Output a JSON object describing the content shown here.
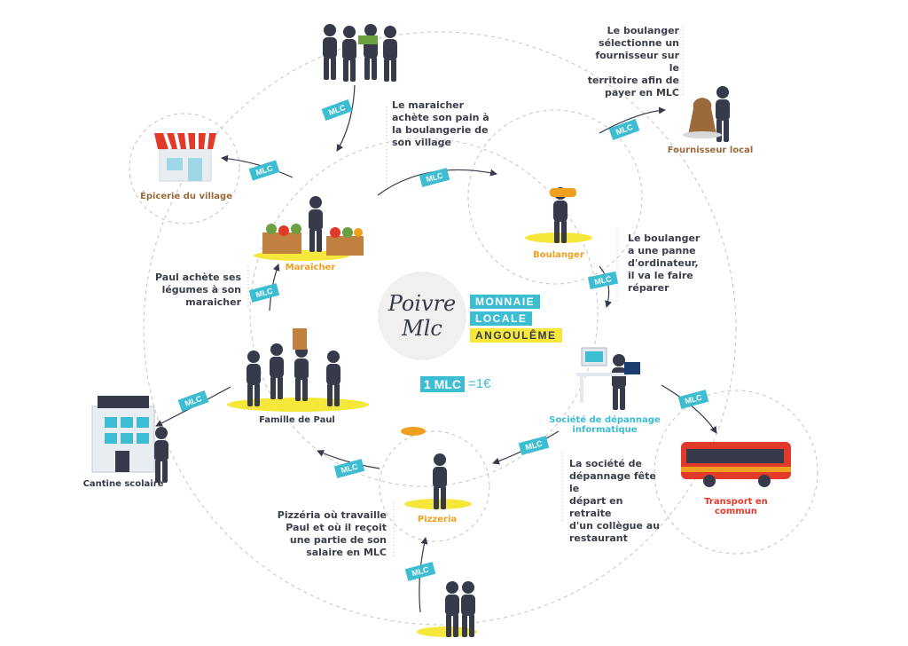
{
  "colors": {
    "teal": "#3dbdd2",
    "yellow": "#f6e83a",
    "dark": "#363a4b",
    "orange": "#f0a020",
    "red": "#e23a2a",
    "brown": "#9a6a3a",
    "dash": "#c4c4c4"
  },
  "badge_text": "MLC",
  "brand": {
    "logo_line1": "Poivre",
    "logo_line2": "Mlc",
    "monnaie": "MONNAIE",
    "locale": "LOCALE",
    "city": "ANGOULÊME",
    "rate_badge": "1 MLC",
    "rate_value": "=1€"
  },
  "nodes": {
    "epicerie": "Épicerie du village",
    "maraicher": "Maraîcher",
    "boulanger": "Boulanger",
    "fournisseur": "Fournisseur local",
    "famille": "Famille de Paul",
    "cantine": "Cantine scolaire",
    "depannage": "Société de dépannage\ninformatique",
    "pizzeria": "Pizzeria",
    "transport": "Transport en commun"
  },
  "notes": {
    "maraicher_note": "Le maraicher\nachète son pain à\nla boulangerie de\nson village",
    "boulanger_fournisseur_note": "Le boulanger\nsélectionne un\nfournisseur sur le\nterritoire afin de\npayer en MLC",
    "boulanger_panne_note": "Le boulanger\na une panne\nd'ordinateur,\nil va le faire\nréparer",
    "paul_note": "Paul achète ses\nlégumes à son\nmaraicher",
    "depannage_note": "La société de\ndépannage fête le\ndépart en retraite\nd'un collègue au\nrestaurant",
    "pizzeria_note": "Pizzéria où travaille\nPaul et où il reçoit\nune partie de son\nsalaire en MLC"
  }
}
